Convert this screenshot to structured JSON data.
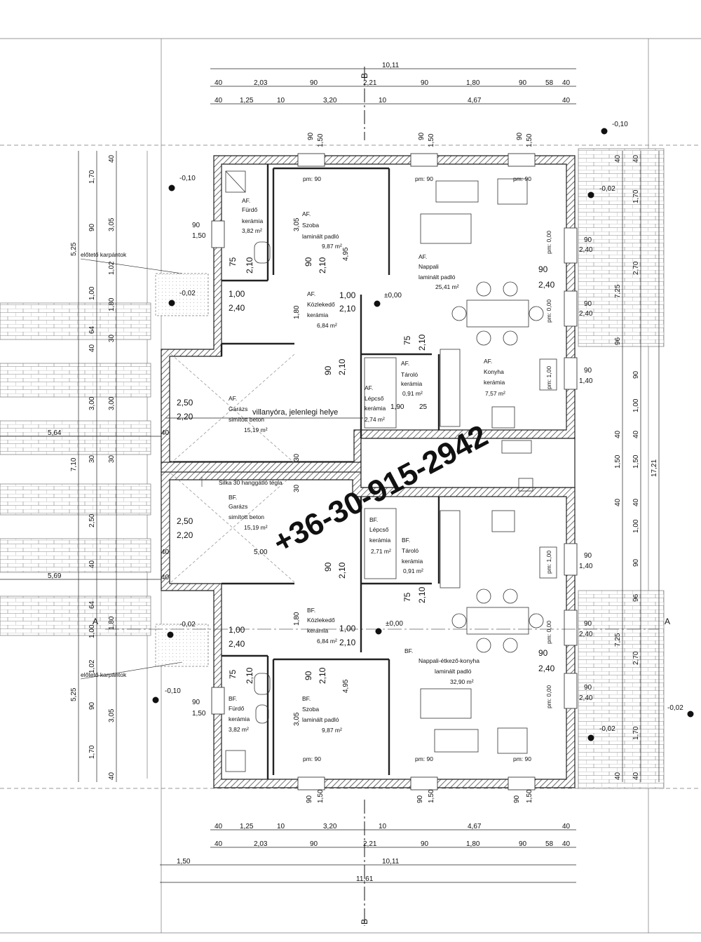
{
  "watermark": "+36-30-915-2942",
  "section_markers": {
    "a_left": "A",
    "a_right": "A",
    "b_top": "B",
    "b_bottom": "B"
  },
  "top_dims": {
    "overall": "10,11",
    "row1": [
      "40",
      "2,03",
      "90",
      "2,21",
      "90",
      "1,80",
      "90",
      "58",
      "40"
    ],
    "row2": [
      "40",
      "1,25",
      "10",
      "3,20",
      "10",
      "4,67",
      "40"
    ]
  },
  "bottom_dims": {
    "row1": [
      "40",
      "1,25",
      "10",
      "3,20",
      "10",
      "4,67",
      "40"
    ],
    "row2": [
      "40",
      "2,03",
      "90",
      "2,21",
      "90",
      "1,80",
      "90",
      "58",
      "40"
    ],
    "row3_left": "1,50",
    "row3": "10,11",
    "overall": "11,61"
  },
  "left_dims": {
    "outer_top": "5,25",
    "outer_mid": "7,10",
    "outer_bottom": "5,25",
    "col_a_top": [
      "1,70",
      "3,05",
      "1,02",
      "1,80",
      "64"
    ],
    "col_a_bottom": [
      "64",
      "1,80",
      "1,02",
      "3,05",
      "1,70"
    ],
    "col_b": [
      "40",
      "90",
      "1,00",
      "40",
      "30",
      "3,00",
      "30",
      "2,50",
      "40",
      "1,00",
      "90",
      "40"
    ],
    "width_top": "5,64",
    "width_bottom": "5,69"
  },
  "right_dims": {
    "overall": "17,21",
    "col_c_top": [
      "1,70",
      "2,70",
      "96"
    ],
    "col_c_bottom": [
      "96",
      "2,70",
      "1,70"
    ],
    "col_c_mid": [
      "7,25",
      "40",
      "1,50",
      "40",
      "7,25"
    ],
    "col_d": [
      "40",
      "90",
      "1,00",
      "40",
      "1,50",
      "40",
      "1,00",
      "90",
      "40"
    ]
  },
  "levels": {
    "l1": "-0,10",
    "l2": "-0,10",
    "l3": "-0,02",
    "l4": "-0,02",
    "l5": "-0,02",
    "l6": "±0,00",
    "l7": "±0,00",
    "l8": "-0,02",
    "l9": "-0,10",
    "l10": "-0,02"
  },
  "labels": {
    "eloteto_top": "előtető karpántok",
    "eloteto_bottom": "előtető karpántok",
    "villanyora": "villanyóra, jelenlegi helye",
    "silka": "Silka 30 hanggátló tégla"
  },
  "rooms_a": [
    {
      "l1": "AF.",
      "l2": "Fürdő",
      "l3": "kerámia",
      "l4": "3,82 m²"
    },
    {
      "l1": "AF.",
      "l2": "Szoba",
      "l3": "laminált padló",
      "l4": "9,87 m²"
    },
    {
      "l1": "AF.",
      "l2": "Nappali",
      "l3": "laminált padló",
      "l4": "25,41 m²"
    },
    {
      "l1": "AF.",
      "l2": "Közlekedő",
      "l3": "kerámia",
      "l4": "6,84 m²"
    },
    {
      "l1": "AF.",
      "l2": "Konyha",
      "l3": "kerámia",
      "l4": "7,57 m²"
    },
    {
      "l1": "AF.",
      "l2": "Tároló",
      "l3": "kerámia",
      "l4": "0,91 m²"
    },
    {
      "l1": "AF.",
      "l2": "Lépcső",
      "l3": "kerámia",
      "l4": "2,74 m²"
    },
    {
      "l1": "AF.",
      "l2": "Garázs",
      "l3": "simított beton",
      "l4": "15,19 m²"
    }
  ],
  "rooms_b": [
    {
      "l1": "BF.",
      "l2": "Garázs",
      "l3": "simított beton",
      "l4": "15,19 m²"
    },
    {
      "l1": "BF.",
      "l2": "Lépcső",
      "l3": "kerámia",
      "l4": "2,71 m²"
    },
    {
      "l1": "BF.",
      "l2": "Tároló",
      "l3": "kerámia",
      "l4": "0,91 m²"
    },
    {
      "l1": "BF.",
      "l2": "Közlekedő",
      "l3": "kerámia",
      "l4": "6,84 m²"
    },
    {
      "l1": "BF.",
      "l2": "Nappali-étkező-konyha",
      "l3": "laminált padló",
      "l4": "32,90 m²"
    },
    {
      "l1": "BF.",
      "l2": "Fürdő",
      "l3": "kerámia",
      "l4": "3,82 m²"
    },
    {
      "l1": "BF.",
      "l2": "Szoba",
      "l3": "laminált padló",
      "l4": "9,87 m²"
    }
  ],
  "openings": {
    "garage_w": "2,50",
    "garage_h": "2,20",
    "door_w": "1,00",
    "door_h": "2,40",
    "int_w": "1,00",
    "int_h": "2,10",
    "d75": "75",
    "d90": "90",
    "d210": "2,10",
    "d495": "4,95",
    "d305": "3,05",
    "d180": "1,80",
    "win90": "90",
    "win150": "1,50",
    "win240": "2,40",
    "win140": "1,40",
    "win100": "1,00",
    "pm90": "pm: 90",
    "pm000": "pm: 0,00",
    "pm100": "pm: 1,00",
    "stair_190": "1,90",
    "stair_25": "25",
    "stair_30": "30",
    "wall_500": "5,00",
    "wall_40": "40",
    "wall_30": "30"
  }
}
